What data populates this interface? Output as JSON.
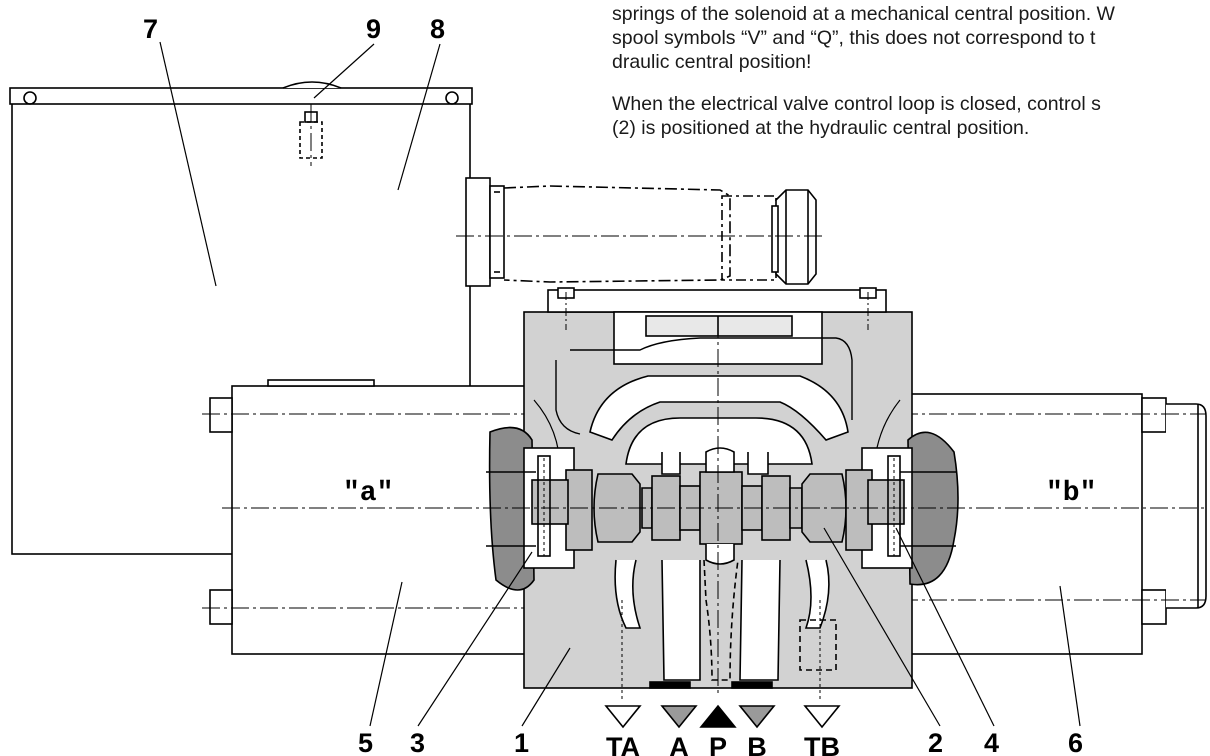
{
  "text": {
    "para1_lines": [
      "springs of the solenoid at a mechanical central position. W",
      "spool symbols “V” and “Q”, this does not correspond to t",
      "draulic central position!"
    ],
    "para2_lines": [
      "When the electrical valve control loop is closed, control s",
      "(2) is positioned at the hydraulic central position."
    ]
  },
  "callouts": [
    "7",
    "9",
    "8",
    "5",
    "3",
    "1",
    "2",
    "4",
    "6"
  ],
  "ports": [
    "TA",
    "A",
    "P",
    "B",
    "TB"
  ],
  "solenoid_labels": {
    "a": "\"a\"",
    "b": "\"b\""
  },
  "colors": {
    "line": "#000000",
    "section_fill": "#d2d2d2",
    "dark_fill": "#8c8c8c",
    "spool_fill": "#bdbdbd"
  }
}
